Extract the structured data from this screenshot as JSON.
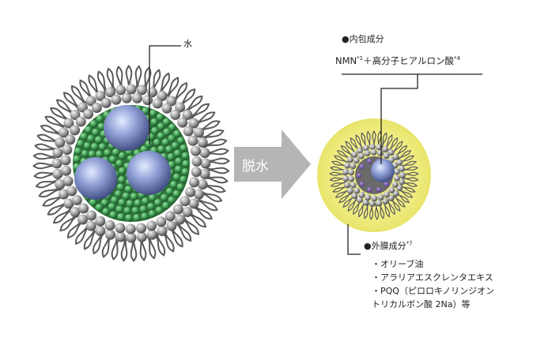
{
  "labels": {
    "water": "水",
    "arrow": "脱水",
    "inner": {
      "heading": "●内包成分",
      "nmn": "NMN",
      "nmn_note": "*1",
      "plus": "＋",
      "ha": "高分子ヒアルロン酸",
      "ha_note": "*4"
    },
    "outer": {
      "heading": "●外膜成分",
      "heading_note": "*7",
      "items": [
        "・オリーブ油",
        "・アラリアエスクレンタエキス",
        "・PQQ（ピロロキノリンジオン",
        "トリカルボン酸 2Na）等"
      ]
    }
  },
  "colors": {
    "outer_halo": "#f1ee86",
    "green_particles": "#3c9a4f",
    "water_droplet": "#7f8fc9",
    "lipid_gray": "#8a8a8a",
    "arrow_gray": "#b5b5b5"
  }
}
